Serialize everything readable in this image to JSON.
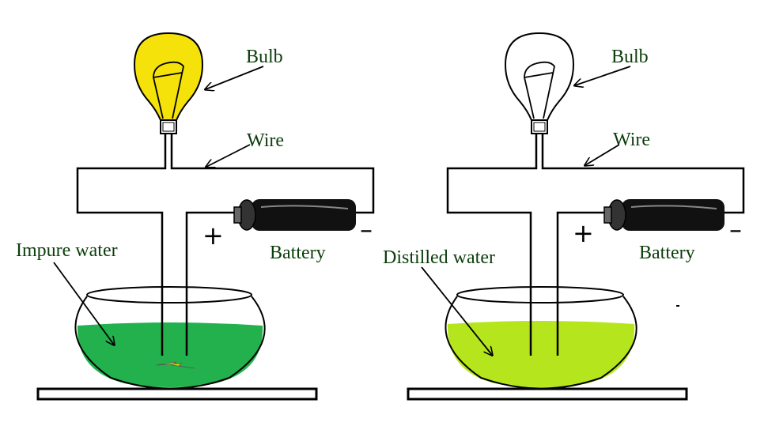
{
  "colors": {
    "label_text": "#0b3d0b",
    "lit_bulb": "#f5e20a",
    "unlit_bulb": "#ffffff",
    "impure_water": "#22b14c",
    "distilled_water": "#b5e61d",
    "battery_body": "#111111",
    "spark": "#f5e20a"
  },
  "left_setup": {
    "bulb_label": "Bulb",
    "wire_label": "Wire",
    "battery_label": "Battery",
    "water_label": "Impure water",
    "positive_sign": "+",
    "negative_sign": "–",
    "bulb_state": "lit"
  },
  "right_setup": {
    "bulb_label": "Bulb",
    "wire_label": "Wire",
    "battery_label": "Battery",
    "water_label": "Distilled water",
    "positive_sign": "+",
    "negative_sign": "–",
    "bulb_state": "unlit"
  }
}
